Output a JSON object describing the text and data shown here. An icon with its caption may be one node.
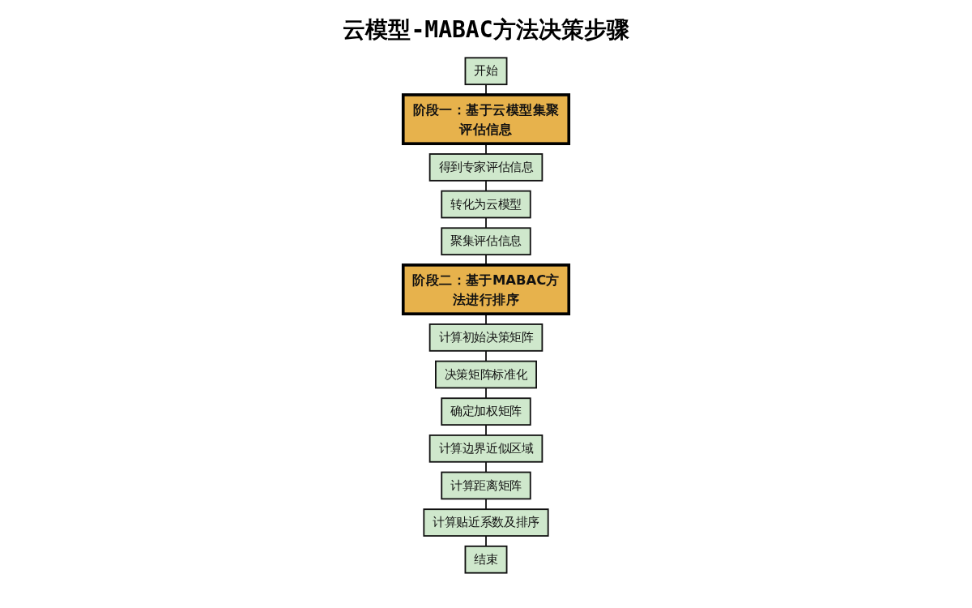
{
  "diagram": {
    "title": "云模型-MABAC方法决策步骤",
    "nodes": [
      {
        "text": [
          "开始"
        ]
      },
      {
        "text": [
          "阶段一：基于云模型集聚评估信息"
        ]
      },
      {
        "text": [
          "得到专家评估信息"
        ]
      },
      {
        "text": [
          "转化为云模型"
        ]
      },
      {
        "text": [
          "聚集评估信息"
        ]
      },
      {
        "text": [
          "阶段二：基于MABAC方法进行排序"
        ]
      },
      {
        "text": [
          "计算初始决策矩阵"
        ]
      },
      {
        "text": [
          "决策矩阵标准化"
        ]
      },
      {
        "text": [
          "确定加权矩阵"
        ]
      },
      {
        "text": [
          "计算边界近似区域"
        ]
      },
      {
        "text": [
          "计算距离矩阵"
        ]
      },
      {
        "text": [
          "计算贴近系数及排序"
        ]
      },
      {
        "text": [
          "结束"
        ]
      }
    ],
    "edges": [
      {
        "from": 0,
        "to": 1,
        "arrow": "none"
      },
      {
        "from": 1,
        "to": 2,
        "arrow": "none"
      },
      {
        "from": 2,
        "to": 3,
        "arrow": "none"
      },
      {
        "from": 3,
        "to": 4,
        "arrow": "none"
      },
      {
        "from": 4,
        "to": 5,
        "arrow": "none"
      },
      {
        "from": 5,
        "to": 6,
        "arrow": "none"
      },
      {
        "from": 6,
        "to": 7,
        "arrow": "none"
      },
      {
        "from": 7,
        "to": 8,
        "arrow": "none"
      },
      {
        "from": 8,
        "to": 9,
        "arrow": "none"
      },
      {
        "from": 9,
        "to": 10,
        "arrow": "none"
      },
      {
        "from": 10,
        "to": 11,
        "arrow": "none"
      },
      {
        "from": 11,
        "to": 12,
        "arrow": "none"
      }
    ]
  }
}
